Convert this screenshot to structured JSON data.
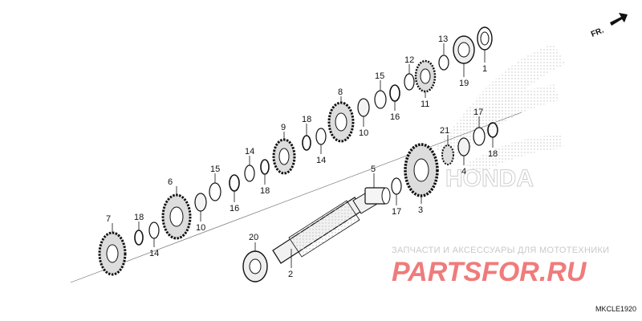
{
  "direction_label": "FR.",
  "diagram_code": "MKCLE1920",
  "watermark": {
    "tagline": "ЗАПЧАСТИ И АКСЕССУАРЫ ДЛЯ МОТОТЕХНИКИ",
    "brand": "PARTSFOR.RU"
  },
  "callouts": {
    "n1": "1",
    "n2": "2",
    "n3": "3",
    "n4": "4",
    "n5": "5",
    "n6": "6",
    "n7": "7",
    "n8": "8",
    "n9": "9",
    "n10a": "10",
    "n10b": "10",
    "n11": "11",
    "n12": "12",
    "n13": "13",
    "n14a": "14",
    "n14b": "14",
    "n14c": "14",
    "n15a": "15",
    "n15b": "15",
    "n16a": "16",
    "n16b": "16",
    "n17a": "17",
    "n17b": "17",
    "n18a": "18",
    "n18b": "18",
    "n18c": "18",
    "n18d": "18",
    "n19": "19",
    "n20": "20",
    "n21": "21"
  }
}
